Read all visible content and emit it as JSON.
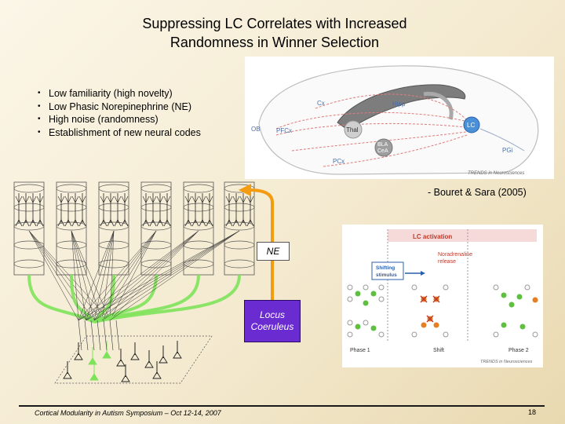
{
  "slide": {
    "title_line1": "Suppressing LC Correlates with Increased",
    "title_line2": "Randomness in Winner Selection",
    "bullets": [
      "Low familiarity (high novelty)",
      "Low Phasic Norepinephrine (NE)",
      "High noise (randomness)",
      "Establishment of new neural codes"
    ],
    "citation": "- Bouret & Sara (2005)",
    "ne_label": "NE",
    "lc_label_line1": "Locus",
    "lc_label_line2": "Coeruleus",
    "footer": "Cortical Modularity in Autism Symposium – Oct 12-14, 2007",
    "page_number": "18"
  },
  "brain_figure": {
    "labels": {
      "cx": "Cx",
      "hipp": "Hipp",
      "ob": "OB",
      "pfcx": "PFCx",
      "thal": "Thal",
      "bla": "BLA",
      "cea": "CeA",
      "pcx": "PCx",
      "lc": "LC",
      "pgi": "PGi"
    },
    "credit": "TRENDS in Neurosciences"
  },
  "lc_figure": {
    "lc_activation": "LC activation",
    "noradrenaline_line1": "Noradrenaline",
    "noradrenaline_line2": "release",
    "stimulus_line1": "Shifting",
    "stimulus_line2": "stimulus",
    "phase1": "Phase 1",
    "shift": "Shift",
    "phase2": "Phase 2",
    "credit": "TRENDS in Neurosciences"
  },
  "colors": {
    "green_path": "#7ee35a",
    "orange_path": "#f39c12",
    "lc_purple": "#6a2bd0",
    "red_label": "#c0392b",
    "blue_label": "#2c5fa8"
  }
}
